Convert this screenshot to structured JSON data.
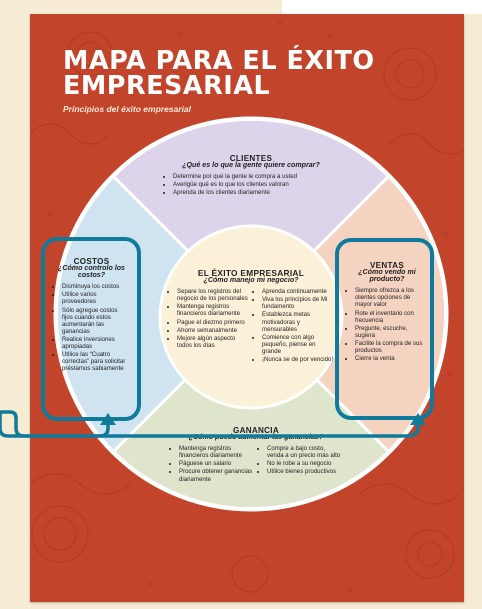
{
  "poster": {
    "title": "MAPA PARA EL ÉXITO EMPRESARIAL",
    "subtitle": "Principios del éxito empresarial"
  },
  "clientes": {
    "heading": "CLIENTES",
    "question": "¿Qué es lo que la gente quiere comprar?",
    "items": [
      "Determine por qué la gente le compra a usted",
      "Averigüe qué es lo que los clientes valoran",
      "Aprenda de los clientes diariamente"
    ]
  },
  "costos": {
    "heading": "COSTOS",
    "question": "¿Cómo controlo los costos?",
    "items": [
      "Disminuya los costos",
      "Utilice varios proveedores",
      "Sólo agregue costos fijos cuando estos aumentarán las ganancias",
      "Realice inversiones apropiadas",
      "Utilice las “Cuatro correctas” para solicitar préstamos sabiamente"
    ]
  },
  "centro": {
    "heading": "EL ÉXITO EMPRESARIAL",
    "question": "¿Cómo manejo mi negocio?",
    "left_items": [
      "Separe los registros del negocio de los personales",
      "Mantenga registros financieros diariamente",
      "Pague el diezmo primero",
      "Ahorre semanalmente",
      "Mejore algún aspecto todos los días"
    ],
    "right_items": [
      "Aprenda continuamente",
      "Viva los principios de Mi fundamento",
      "Establezca metas motivadoras y mensurables",
      "Comience con algo pequeño, piense en grande",
      "¡Nunca se de por vencido!"
    ]
  },
  "ventas": {
    "heading": "VENTAS",
    "question": "¿Cómo vendo mi producto?",
    "items": [
      "Siempre ofrezca a los clientes opciones de mayor valor",
      "Rote el inventario con frecuencia",
      "Pregunte, escuche, sugiera",
      "Facilite la compra de sus productos",
      "Cierre la venta"
    ]
  },
  "ganancia": {
    "heading": "GANANCIA",
    "question": "¿Cómo puedo aumentar las ganancias?",
    "left_items": [
      "Mantenga registros financieros diariamente",
      "Páguese un salario",
      "Procure obtener ganancias diariamente"
    ],
    "right_items": [
      "Compre a bajo costo, venda a un precio más alto",
      "No le robe a su negocio",
      "Utilice bienes productivos"
    ]
  },
  "colors": {
    "background_red": "#c2452b",
    "clientes_lavender": "#ddd3ea",
    "costos_blue": "#cfe3f1",
    "ventas_peach": "#f5d3c1",
    "ganancia_sage": "#dfe4cd",
    "center_cream": "#fbf1d8",
    "highlight_teal": "#107a9b"
  }
}
